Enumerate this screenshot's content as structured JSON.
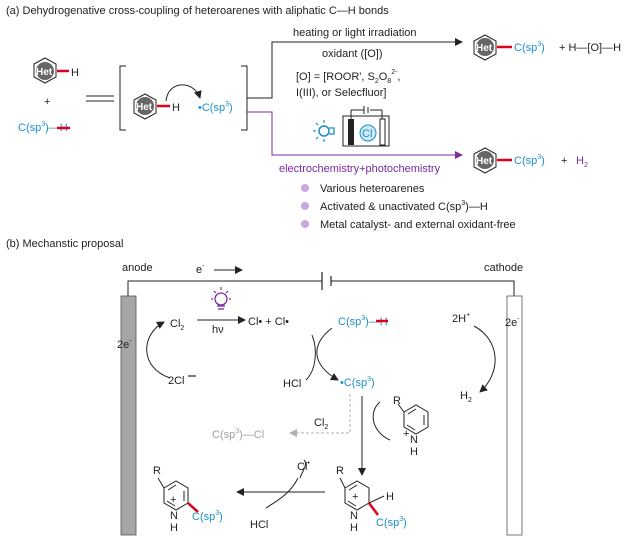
{
  "section_a": {
    "heading": "(a) Dehydrogenative cross-coupling of heteroarenes with aliphatic C—H bonds",
    "het": "Het",
    "h": "H",
    "plus": "+",
    "c_sp3_h_left": "C(sp",
    "c_sp3_h_sup": "3",
    "c_sp3_h_right": ")—H",
    "radical": "•C(sp",
    "radical_sup": "3",
    "radical_end": ")",
    "condition_line1": "heating or light irradiation",
    "condition_line2": "oxidant ([O])",
    "oxidant_list_1": "[O] = [ROOR', S",
    "oxidant_list_1b": "2",
    "oxidant_list_1c": "O",
    "oxidant_list_1d": "8",
    "oxidant_list_1e": "2-",
    "oxidant_list_1f": ",",
    "oxidant_list_2": "I(III), or Selecfluor]",
    "product_top_c": "C(sp",
    "product_top_sup": "3",
    "product_top_end": ")",
    "byproduct_top": "+ H—[O]—H",
    "cell_label": "Cl",
    "method_label": "electrochemistry+photochemistry",
    "product_bottom_plus": "+",
    "byproduct_bottom": "H",
    "byproduct_bottom_sub": "2",
    "features": [
      "Various heteroarenes",
      "Activated & unactivated C(sp",
      "Metal catalyst- and external oxidant-free"
    ],
    "feature2_sup": "3",
    "feature2_end": ")—H"
  },
  "section_b": {
    "heading": "(b) Mechanstic proposal",
    "anode": "anode",
    "cathode": "cathode",
    "electron": "e",
    "electron_sup": "-",
    "two_e_left": "2e",
    "two_e_right": "2e",
    "cl2_left": "Cl",
    "cl2_left_sub": "2",
    "two_cl_minus": "2Cl",
    "hv": "hν",
    "cl_radicals": "Cl• + Cl•",
    "c_sp3_h": "C(sp",
    "c_sp3_h_sup": "3",
    "c_sp3_h_end": ")—H",
    "hcl_1": "HCl",
    "radical": "•C(sp",
    "radical_sup": "3",
    "radical_end": ")",
    "cl2_middle": "Cl",
    "cl2_middle_sub": "2",
    "side_product": "C(sp",
    "side_product_sup": "3",
    "side_product_end": ")—Cl",
    "two_h_plus": "2H",
    "two_h_plus_sup": "+",
    "h2": "H",
    "h2_sub": "2",
    "r_label": "R",
    "n_label": "N",
    "h_label": "H",
    "plus_label": "+",
    "cl_radical": "Cl",
    "hcl_2": "HCl",
    "final_c": "C(sp",
    "final_sup": "3",
    "final_end": ")"
  },
  "colors": {
    "text": "#222222",
    "blue": "#1a8fc8",
    "red": "#e0001b",
    "purple": "#7b2aa0",
    "lavender": "#c9a8e0",
    "het_gray": "#666666",
    "electrode_gray": "#a6a6a6",
    "faded": "#a0a0a0"
  }
}
